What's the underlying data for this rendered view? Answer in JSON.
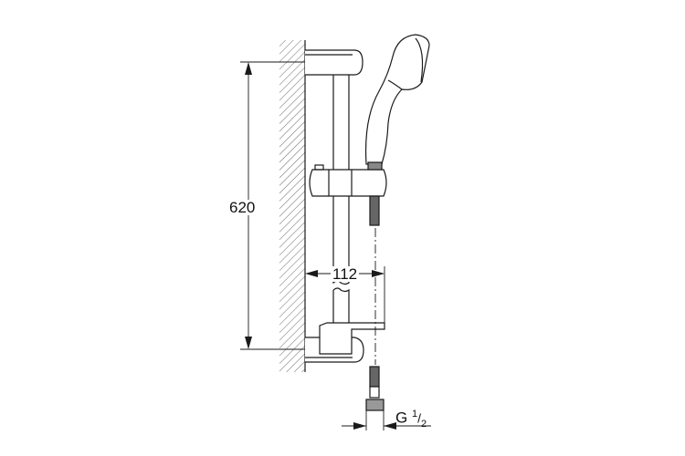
{
  "drawing": {
    "height_dimension": "620",
    "projection_dimension": "112",
    "thread_label": "G",
    "thread_fraction_num": "1",
    "thread_fraction_den": "2"
  },
  "colors": {
    "line": "#1a1a1a",
    "background": "#ffffff"
  }
}
